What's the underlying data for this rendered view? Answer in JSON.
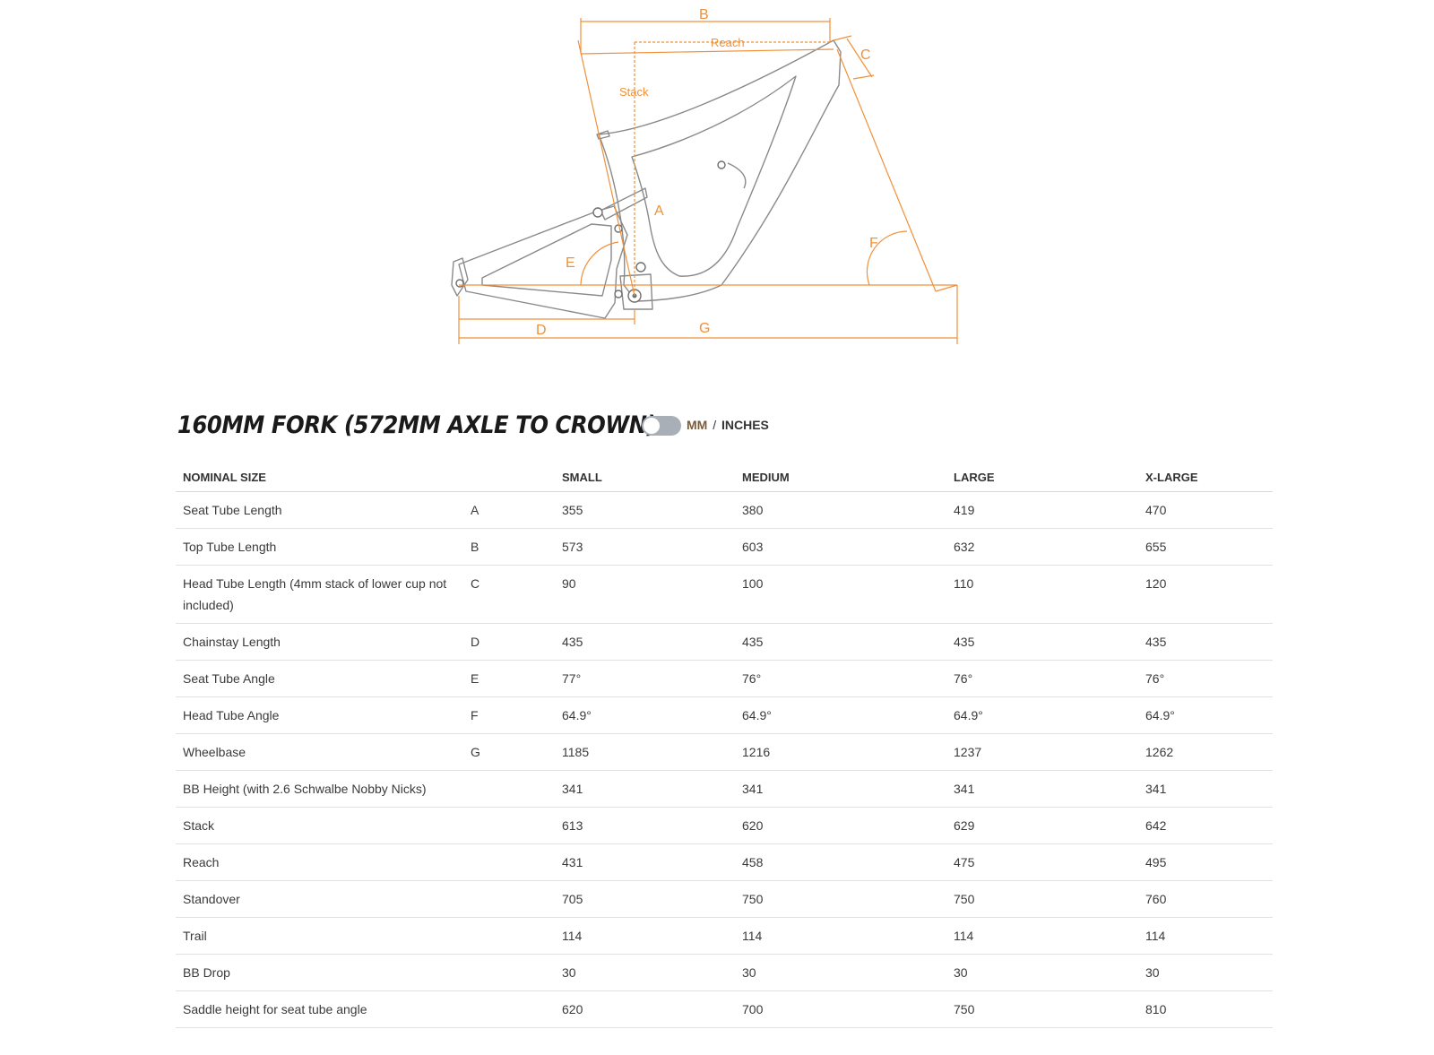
{
  "diagram": {
    "labels": {
      "a": "A",
      "b": "B",
      "c": "C",
      "d": "D",
      "e": "E",
      "f": "F",
      "g": "G",
      "reach": "Reach",
      "stack": "Stack"
    },
    "colors": {
      "dimension": "#f0913a",
      "frame": "#8a8a8a"
    }
  },
  "header": {
    "title": "160MM FORK (572MM AXLE TO CROWN)",
    "unit_toggle": {
      "mm_label": "MM",
      "separator": "/",
      "inches_label": "INCHES",
      "selected": "MM"
    }
  },
  "table": {
    "columns": [
      "NOMINAL SIZE",
      "",
      "SMALL",
      "MEDIUM",
      "LARGE",
      "X-LARGE"
    ],
    "rows": [
      {
        "name": "Seat Tube Length",
        "letter": "A",
        "small": "355",
        "medium": "380",
        "large": "419",
        "xlarge": "470"
      },
      {
        "name": "Top Tube Length",
        "letter": "B",
        "small": "573",
        "medium": "603",
        "large": "632",
        "xlarge": "655"
      },
      {
        "name": "Head Tube Length (4mm stack of lower cup not included)",
        "letter": "C",
        "small": "90",
        "medium": "100",
        "large": "110",
        "xlarge": "120"
      },
      {
        "name": "Chainstay Length",
        "letter": "D",
        "small": "435",
        "medium": "435",
        "large": "435",
        "xlarge": "435"
      },
      {
        "name": "Seat Tube Angle",
        "letter": "E",
        "small": "77°",
        "medium": "76°",
        "large": "76°",
        "xlarge": "76°"
      },
      {
        "name": "Head Tube Angle",
        "letter": "F",
        "small": "64.9°",
        "medium": "64.9°",
        "large": "64.9°",
        "xlarge": "64.9°"
      },
      {
        "name": "Wheelbase",
        "letter": "G",
        "small": "1185",
        "medium": "1216",
        "large": "1237",
        "xlarge": "1262"
      },
      {
        "name": "BB Height (with 2.6 Schwalbe Nobby Nicks)",
        "letter": "",
        "small": "341",
        "medium": "341",
        "large": "341",
        "xlarge": "341"
      },
      {
        "name": "Stack",
        "letter": "",
        "small": "613",
        "medium": "620",
        "large": "629",
        "xlarge": "642"
      },
      {
        "name": "Reach",
        "letter": "",
        "small": "431",
        "medium": "458",
        "large": "475",
        "xlarge": "495"
      },
      {
        "name": "Standover",
        "letter": "",
        "small": "705",
        "medium": "750",
        "large": "750",
        "xlarge": "760"
      },
      {
        "name": "Trail",
        "letter": "",
        "small": "114",
        "medium": "114",
        "large": "114",
        "xlarge": "114"
      },
      {
        "name": "BB Drop",
        "letter": "",
        "small": "30",
        "medium": "30",
        "large": "30",
        "xlarge": "30"
      },
      {
        "name": "Saddle height for seat tube angle",
        "letter": "",
        "small": "620",
        "medium": "700",
        "large": "750",
        "xlarge": "810"
      }
    ]
  }
}
